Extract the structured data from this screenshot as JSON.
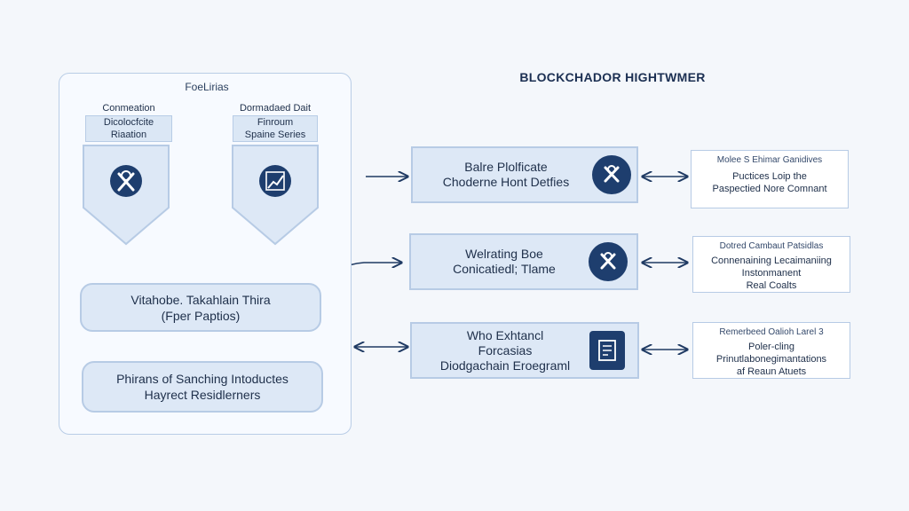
{
  "title": "BLOCKCHADOR HIGHTWMER",
  "left_panel": {
    "title": "FoeLirias",
    "card_left": {
      "heading": "Conmeation",
      "tab_lines": [
        "Dicolocfcite",
        "Riaation"
      ],
      "icon": "gear-x-icon"
    },
    "card_right": {
      "heading": "Dormadaed Dait",
      "tab_lines": [
        "Finroum",
        "Spaine Series"
      ],
      "icon": "chart-trend-icon"
    },
    "box1_lines": [
      "Vitahobe. Takahlain Thira",
      "(Fper Paptios)"
    ],
    "box2_lines": [
      "Phirans of Sanching Intoductes",
      "Hayrect Residlerners"
    ]
  },
  "middle": [
    {
      "lines": [
        "Balre Plolficate",
        "Choderne Hont Detfies"
      ],
      "icon": "gear-x-icon"
    },
    {
      "lines": [
        "Welrating Boe",
        "Conicatiedl; Tlame"
      ],
      "icon": "gear-x-icon"
    },
    {
      "lines": [
        "Who Exhtancl",
        "Forcasias",
        "Diodgachain Eroegraml"
      ],
      "icon": "document-icon"
    }
  ],
  "right": [
    {
      "title": "Molee S Ehimar Ganidives",
      "lines": [
        "Puctices Loip the",
        "Paspectied Nore Comnant"
      ]
    },
    {
      "title": "Dotred Cambaut Patsidlas",
      "lines": [
        "Connenaining Lecaimaniing",
        "Instonmanent",
        "Real Coalts"
      ]
    },
    {
      "title": "Remerbeed Oalioh Larel 3",
      "lines": [
        "Poler-cling",
        "Prinutlabonegimantations",
        "af Reaun Atuets"
      ]
    }
  ],
  "colors": {
    "navy": "#1e3e6e",
    "box_fill": "#dde8f6",
    "box_border": "#b7cbe5",
    "arrow": "#1f3a63"
  }
}
